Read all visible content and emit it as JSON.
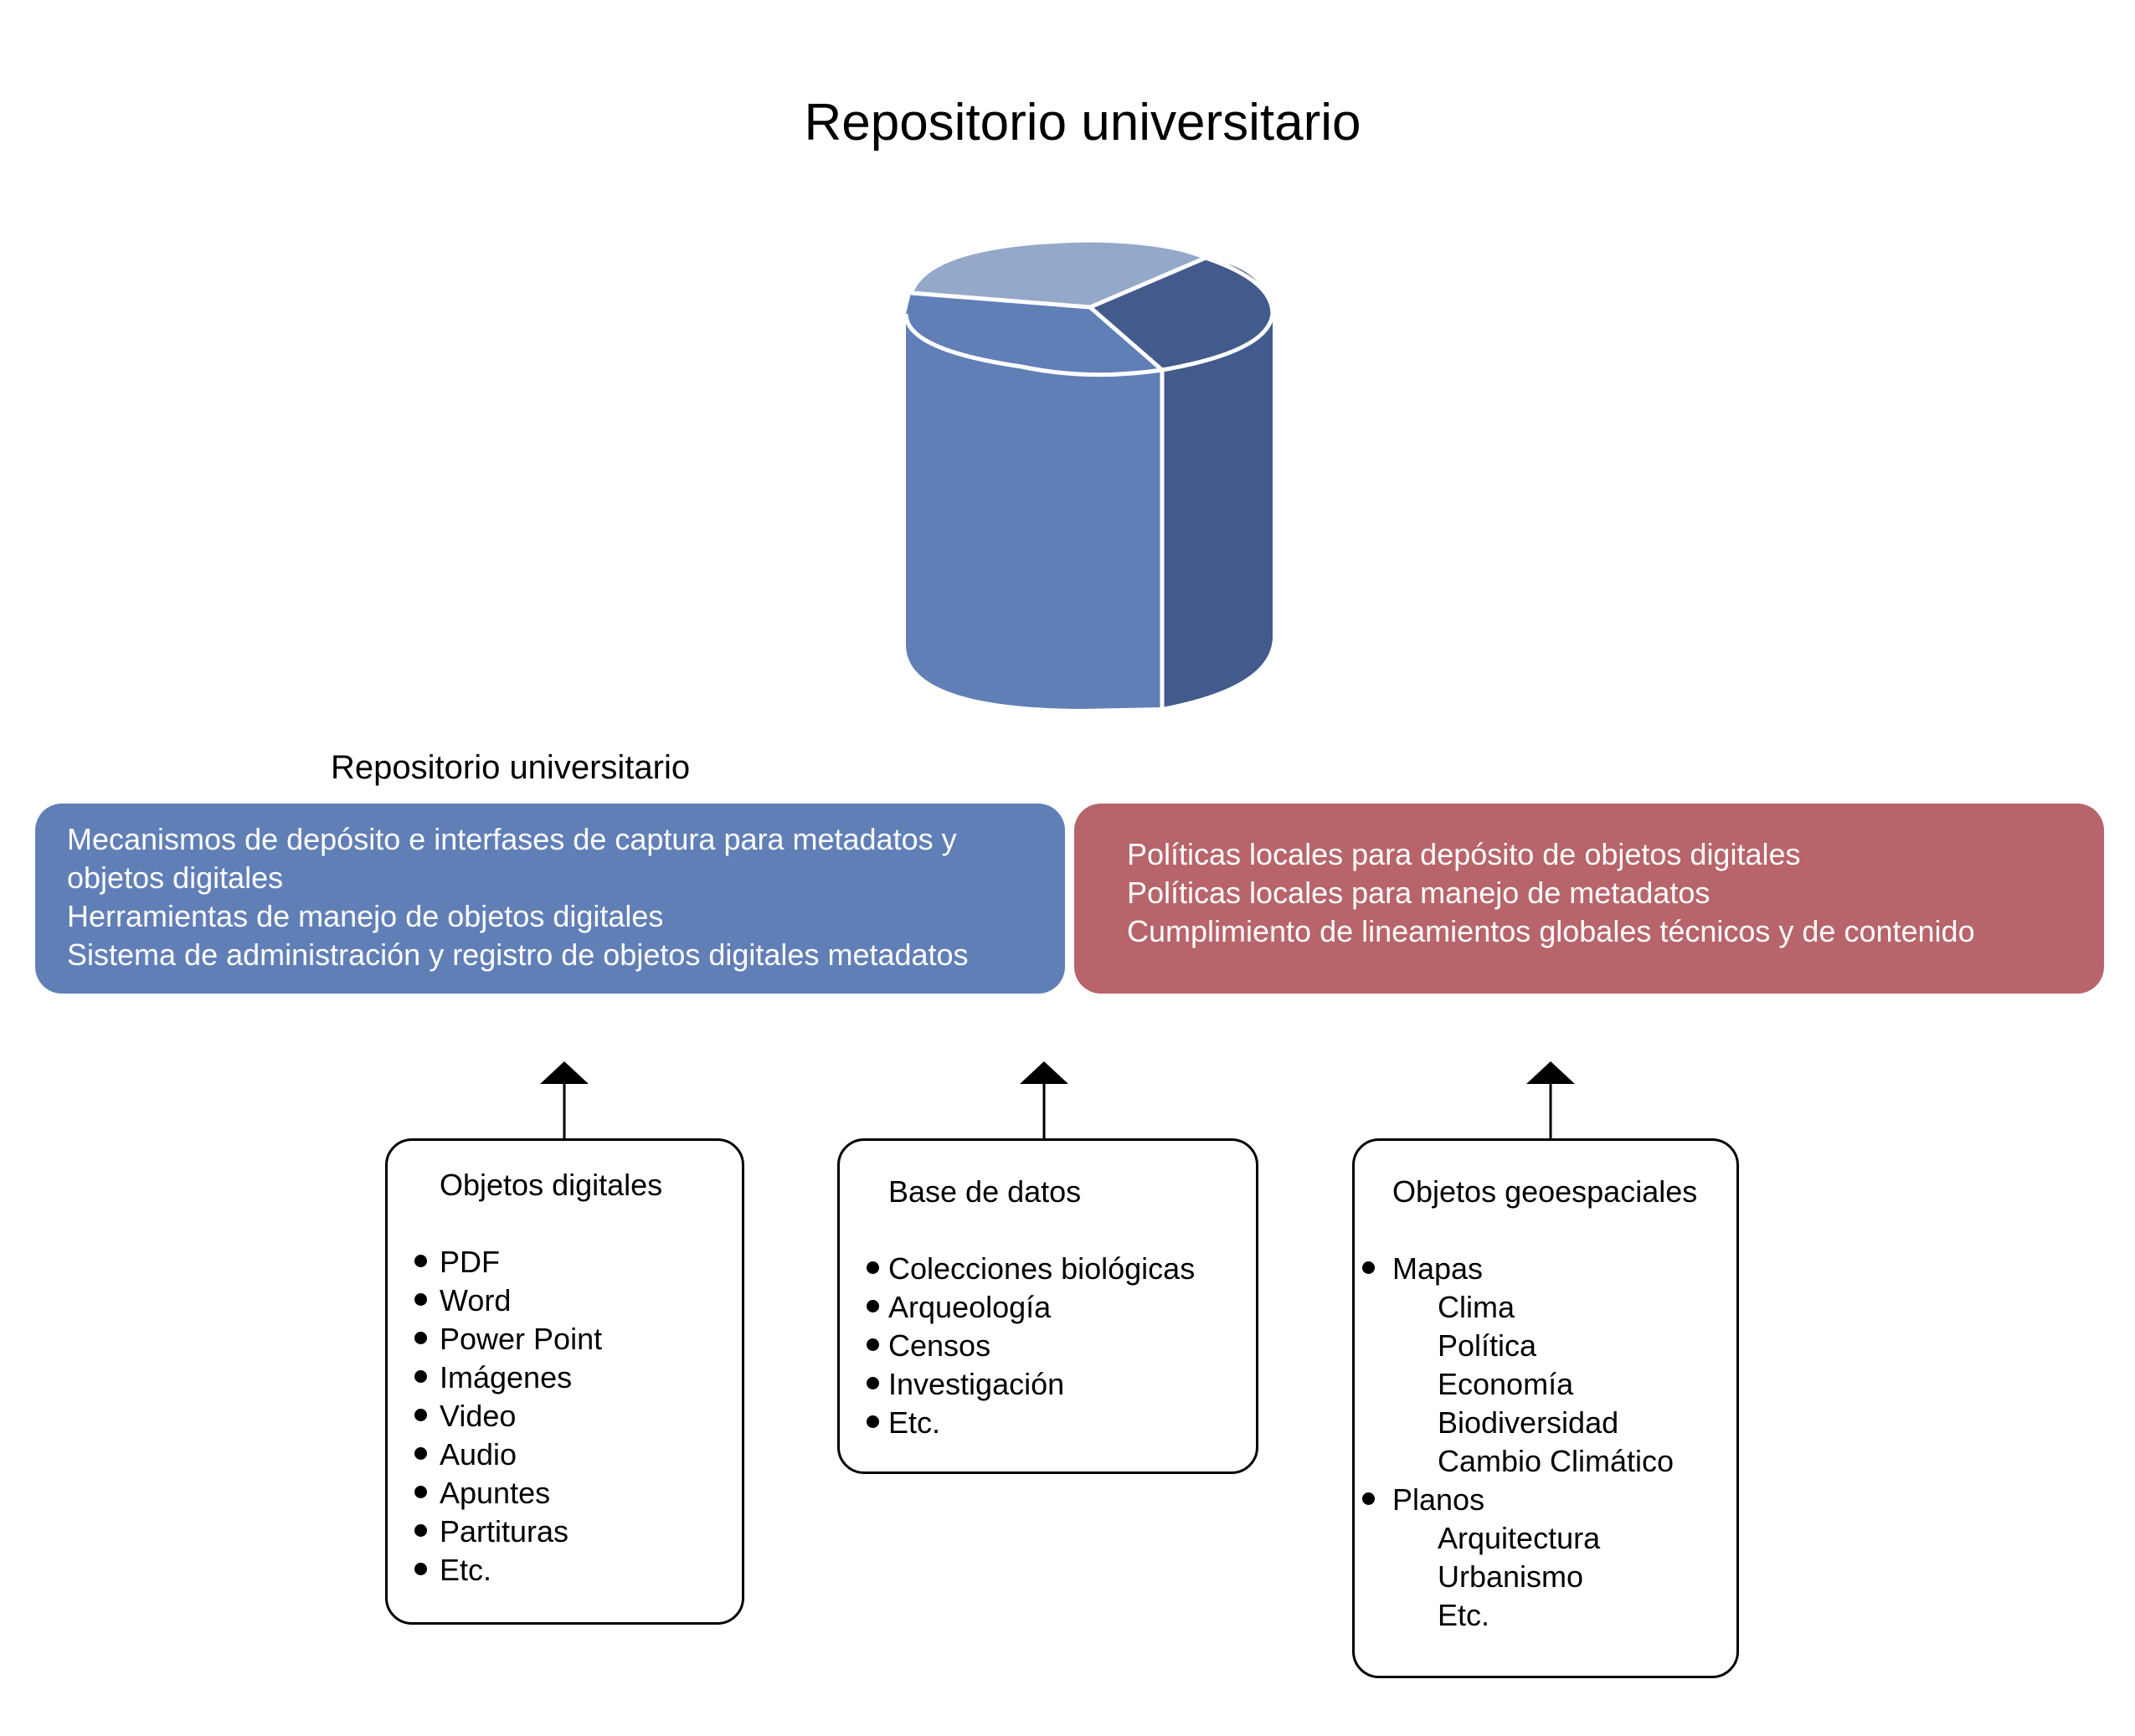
{
  "title": "Repositorio universitario",
  "subtitle": "Repositorio universitario",
  "icon": "database-cylinder-icon",
  "colors": {
    "cylinder_front": "#617fb7",
    "cylinder_side": "#435a8c",
    "cylinder_top_light": "#94a9c9",
    "panel_blue": "#617fb7",
    "panel_red": "#b7646a"
  },
  "panels": {
    "left": {
      "lines": [
        "Mecanismos de depósito e interfases de captura para metadatos y objetos digitales",
        "Herramientas de manejo de objetos digitales",
        "Sistema de administración y registro de objetos digitales metadatos"
      ]
    },
    "right": {
      "lines": [
        "Políticas locales para depósito de objetos digitales",
        "Políticas locales para manejo de metadatos",
        "Cumplimiento de lineamientos globales técnicos y de contenido"
      ]
    }
  },
  "boxes": {
    "digital": {
      "title": "Objetos digitales",
      "items": [
        "PDF",
        "Word",
        "Power Point",
        "Imágenes",
        "Video",
        "Audio",
        "Apuntes",
        "Partituras",
        "Etc."
      ]
    },
    "database": {
      "title": "Base de datos",
      "items": [
        "Colecciones biológicas",
        "Arqueología",
        "Censos",
        "Investigación",
        "Etc."
      ]
    },
    "geo": {
      "title": "Objetos geoespaciales",
      "maps": "Mapas",
      "maps_items": [
        "Clima",
        "Política",
        "Economía",
        "Biodiversidad",
        "Cambio Climático"
      ],
      "plans": "Planos",
      "plans_items": [
        "Arquitectura",
        "Urbanismo",
        "Etc."
      ]
    }
  }
}
